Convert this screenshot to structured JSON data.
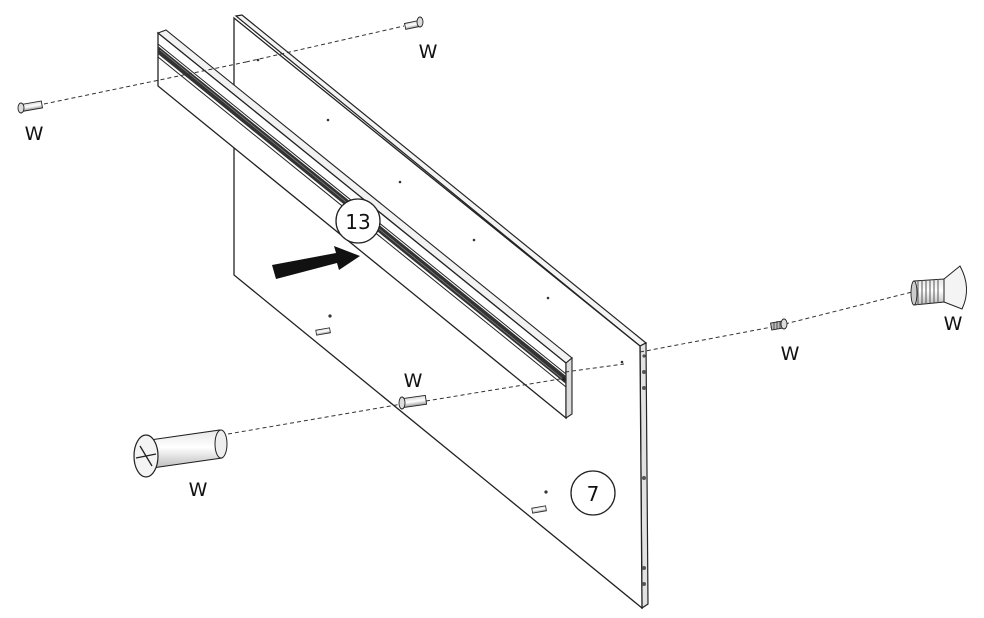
{
  "parts": {
    "panel": "7",
    "rail": "13"
  },
  "hardware": {
    "screw_top_left": "W",
    "screw_top_right": "W",
    "screw_mid_right": "W",
    "screw_large_right": "W",
    "screw_center": "W",
    "screw_large_left": "W"
  }
}
